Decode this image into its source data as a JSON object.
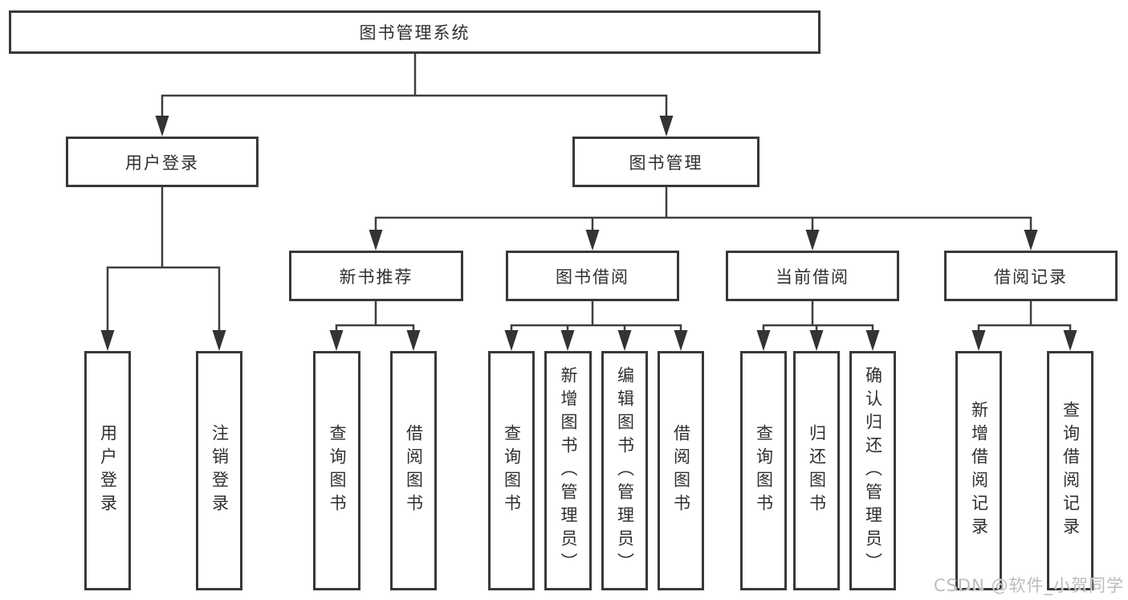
{
  "diagram": {
    "root": {
      "label": "图书管理系统"
    },
    "level2": [
      {
        "label": "用户登录"
      },
      {
        "label": "图书管理"
      }
    ],
    "level3": [
      {
        "label": "新书推荐"
      },
      {
        "label": "图书借阅"
      },
      {
        "label": "当前借阅"
      },
      {
        "label": "借阅记录"
      }
    ],
    "leaves": {
      "user_login": [
        {
          "label": "用户登录"
        },
        {
          "label": "注销登录"
        }
      ],
      "new_book_recommend": [
        {
          "label": "查询图书"
        },
        {
          "label": "借阅图书"
        }
      ],
      "book_borrow": [
        {
          "label": "查询图书"
        },
        {
          "label": "新增图书（管理员）"
        },
        {
          "label": "编辑图书（管理员）"
        },
        {
          "label": "借阅图书"
        }
      ],
      "current_borrow": [
        {
          "label": "查询图书"
        },
        {
          "label": "归还图书"
        },
        {
          "label": "确认归还（管理员）"
        }
      ],
      "borrow_records": [
        {
          "label": "新增借阅记录"
        },
        {
          "label": "查询借阅记录"
        }
      ]
    },
    "colors": {
      "box_border": "#383838",
      "connector_line": "#3f3f3f",
      "text": "#2f2f2f",
      "background": "#ffffff"
    }
  },
  "watermark": {
    "text": "CSDN @软件_小贺同学",
    "color": "#bcbcbc"
  }
}
